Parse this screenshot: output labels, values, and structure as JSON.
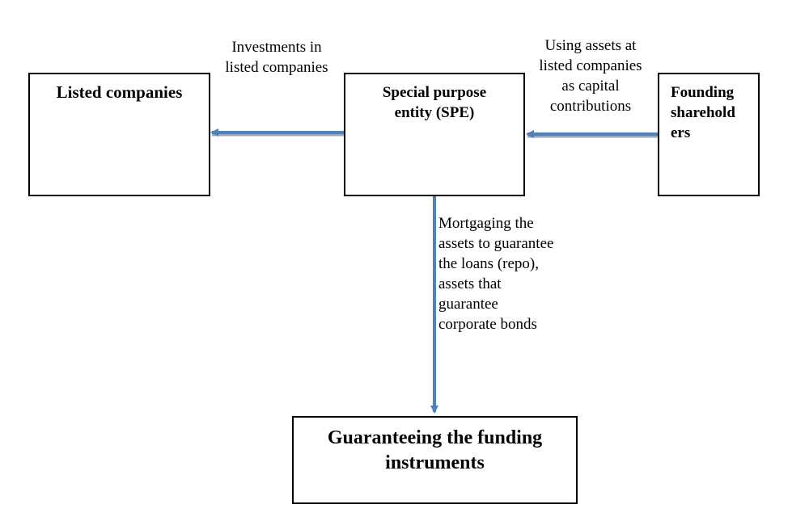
{
  "nodes": {
    "listed_companies": "Listed companies",
    "spe": [
      "Special purpose",
      "entity (SPE)"
    ],
    "founding_shareholders": [
      "Founding",
      "sharehold",
      "ers"
    ],
    "guarantee": [
      "Guaranteeing the funding",
      "instruments"
    ]
  },
  "edges": {
    "investments": [
      "Investments in",
      "listed companies"
    ],
    "using_assets": [
      "Using assets at",
      "listed companies",
      "as capital",
      "contributions"
    ],
    "mortgaging": [
      "Mortgaging the",
      "assets to guarantee",
      "the loans (repo),",
      "assets that",
      "guarantee",
      "corporate bonds"
    ]
  },
  "colors": {
    "arrow": "#4f81bd",
    "arrow_shadow": "#9aa6b4",
    "border": "#000000"
  }
}
